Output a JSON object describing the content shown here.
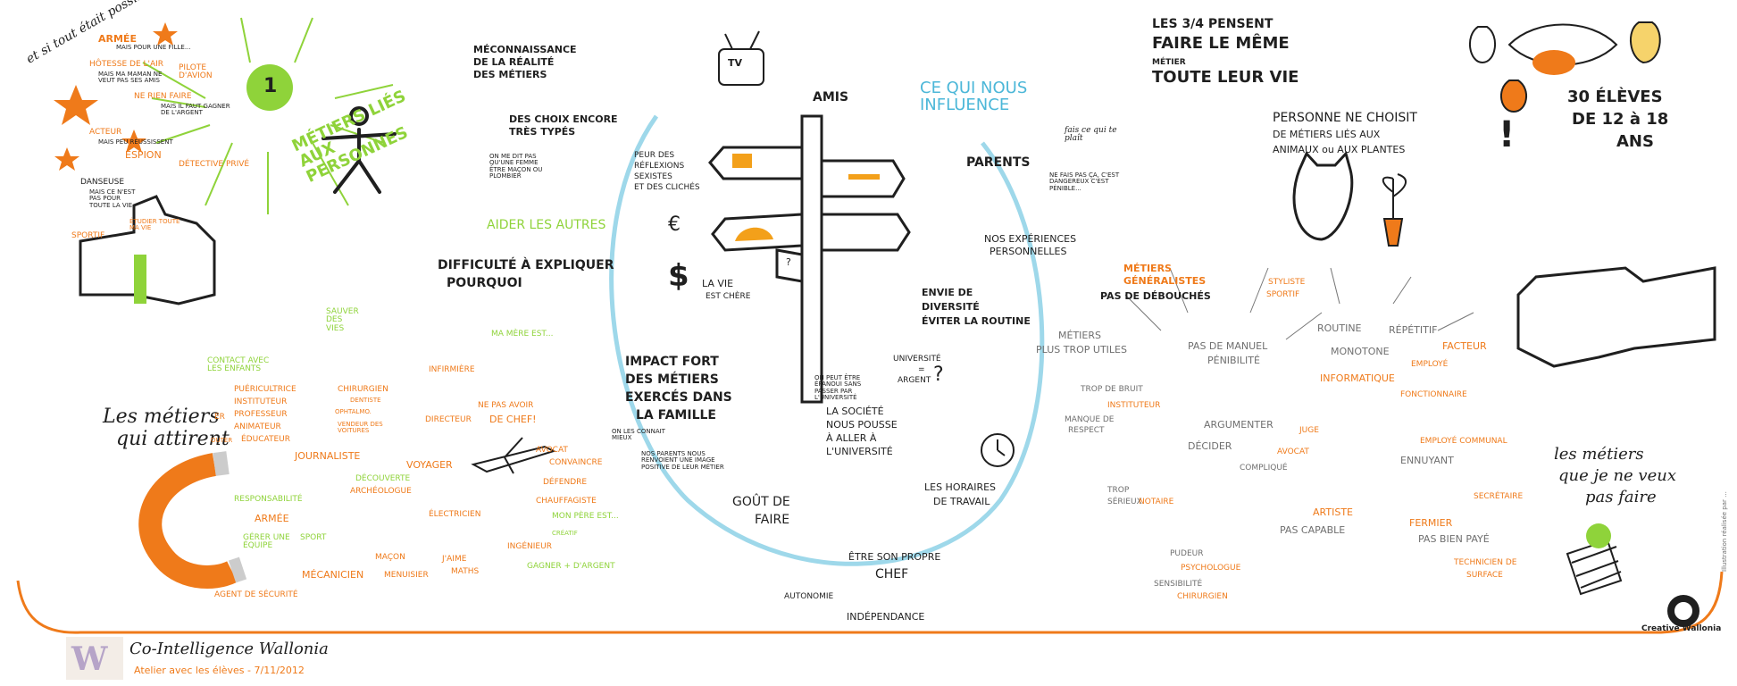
{
  "brand": {
    "name": "Co-Intelligence Wallonia",
    "subtitle": "Atelier avec les élèves - 7/11/2012",
    "partner": "Creative Wallonia",
    "credit": "Illustration réalisée par ..."
  },
  "headline": {
    "intro": "et si tout était possible",
    "number": "1",
    "section_title": "MÉTIERS LIÉS AUX PERSONNES",
    "stat_same_job": [
      "LES 3/4 PENSENT",
      "FAIRE LE MÊME",
      "MÉTIER",
      "TOUTE LEUR VIE"
    ],
    "stat_students": [
      "30 ÉLÈVES",
      "DE 12 à 18",
      "ANS"
    ],
    "no_animals": [
      "PERSONNE NE CHOISIT",
      "DE MÉTIERS LIÉS AUX",
      "ANIMAUX ou AUX PLANTES"
    ],
    "exclamation": "!",
    "influence_title": "CE QUI NOUS INFLUENCE"
  },
  "top_left_dreams": {
    "armee": "ARMÉE",
    "armee_note": "MAIS POUR UNE FILLE...",
    "hotesse": "HÔTESSE DE L'AIR",
    "hotesse_note": "MAIS MA MAMAN NE VEUT PAS SES AMIS",
    "pilote": "PILOTE D'AVION",
    "ne_rien": "NE RIEN FAIRE",
    "ne_rien_note": "MAIS IL FAUT GAGNER DE L'ARGENT",
    "acteur": "ACTEUR",
    "acteur_note": "MAIS PEU RÉUSSISSENT",
    "espion": "ESPION",
    "detective": "DÉTECTIVE PRIVÉ",
    "danseuse": "DANSEUSE",
    "danseuse_note": "MAIS CE N'EST PAS POUR TOUTE LA VIE",
    "sportif": "SPORTIF",
    "etudier": "ÉTUDIER TOUTE MA VIE"
  },
  "center_left": {
    "meconnaissance": [
      "MÉCONNAISSANCE",
      "DE LA RÉALITÉ",
      "DES MÉTIERS"
    ],
    "choix_types": [
      "DES CHOIX ENCORE",
      "TRÈS TYPÉS"
    ],
    "bubble_girl": "ON ME DIT PAS QU'UNE FEMME ÊTRE MAÇON OU PLOMBIER",
    "aider": "AIDER LES AUTRES",
    "difficulte": [
      "DIFFICULTÉ À EXPLIQUER",
      "POURQUOI"
    ],
    "sauver": "SAUVER DES VIES",
    "ma_mere": "MA MÈRE EST..."
  },
  "attractive_jobs": {
    "title": [
      "Les métiers",
      "qui attirent"
    ],
    "contact": "CONTACT AVEC LES ENFANTS",
    "puericultrice": "PUÉRICULTRICE",
    "instituteur": "INSTITUTEUR",
    "professeur": "PROFESSEUR",
    "animateur": "ANIMATEUR",
    "educateur": "ÉDUCATEUR",
    "er": "ER",
    "outer": "OUTER",
    "infirmiere": "INFIRMIÈRE",
    "chirurgien": "CHIRURGIEN",
    "dentiste": "DENTISTE",
    "ophtalmo": "OPHTALMO.",
    "vendeur": "VENDEUR DES VOITURES",
    "ne_pas_avoir": "NE PAS AVOIR",
    "directeur": "DIRECTEUR",
    "de_chef": "DE CHEF!",
    "journaliste": "JOURNALISTE",
    "voyager": "VOYAGER",
    "avocat": "AVOCAT",
    "convaincre": "CONVAINCRE",
    "defendre": "DÉFENDRE",
    "decouverte": "DÉCOUVERTE",
    "archeologue": "ARCHÉOLOGUE",
    "chauffagiste": "CHAUFFAGISTE",
    "mon_pere": "MON PÈRE EST...",
    "responsabilite": "RESPONSABILITÉ",
    "armee2": "ARMÉE",
    "electricien": "ÉLECTRICIEN",
    "creatif": "CRÉATIF",
    "ingenieur": "INGÉNIEUR",
    "gerer": "GÉRER UNE ÉQUIPE",
    "sport": "SPORT",
    "macon": "MAÇON",
    "jaime": "J'AIME",
    "maths": "MATHS",
    "gagner": "GAGNER + D'ARGENT",
    "mecanicien": "MÉCANICIEN",
    "menuisier": "MENUISIER",
    "agent": "AGENT DE SÉCURITÉ"
  },
  "influences": {
    "tv": "TV",
    "amis": "AMIS",
    "peur": [
      "PEUR DES",
      "RÉFLEXIONS",
      "SEXISTES",
      "ET DES CLICHÉS"
    ],
    "parents": "PARENTS",
    "parents_bubble1": "fais ce qui te plaît",
    "parents_bubble2": "NE FAIS PAS ÇA, C'EST DANGEREUX C'EST PÉNIBLE...",
    "experiences": [
      "NOS EXPÉRIENCES",
      "PERSONNELLES"
    ],
    "euro": "€",
    "dollar": "$",
    "la_vie": [
      "LA VIE",
      "EST CHÈRE"
    ],
    "question": "?",
    "impact": [
      "IMPACT FORT",
      "DES MÉTIERS",
      "EXERCÉS DANS",
      "LA FAMILLE"
    ],
    "on_les_connait": "ON LES CONNAIT MIEUX",
    "nos_parents": "NOS PARENTS NOUS RENVOIENT UNE IMAGE POSITIVE DE LEUR MÉTIER",
    "univ_bubble": [
      "UNIVERSITÉ",
      "=",
      "ARGENT"
    ],
    "univ_q": "?",
    "bubble_epanoui": "ON PEUT ÊTRE ÉPANOUI SANS PASSER PAR L'UNIVERSITÉ",
    "societe": [
      "LA SOCIÉTÉ",
      "NOUS POUSSE",
      "À ALLER À",
      "L'UNIVERSITÉ"
    ],
    "envie": [
      "ENVIE DE",
      "DIVERSITÉ",
      "ÉVITER LA ROUTINE"
    ],
    "horaires": [
      "LES HORAIRES",
      "DE TRAVAIL"
    ],
    "gout": [
      "GOÛT DE",
      "FAIRE"
    ],
    "etre_patron": [
      "ÊTRE SON PROPRE",
      "CHEF"
    ],
    "autonomie": "AUTONOMIE",
    "independance": "INDÉPENDANCE"
  },
  "unwanted_jobs": {
    "title": [
      "les métiers",
      "que je ne veux",
      "pas faire"
    ],
    "metiers_gen": [
      "MÉTIERS",
      "GÉNÉRALISTES"
    ],
    "pas_debouches": "PAS DE DÉBOUCHÉS",
    "styliste": "STYLISTE",
    "sportif": "SPORTIF",
    "plus_utiles": [
      "MÉTIERS",
      "PLUS TROP UTILES"
    ],
    "pas_manuel": [
      "PAS DE MANUEL",
      "PÉNIBILITÉ"
    ],
    "routine": "ROUTINE",
    "repetitif": "RÉPÉTITIF",
    "monotone": "MONOTONE",
    "facteur": "FACTEUR",
    "employe": "EMPLOYÉ",
    "informatique": "INFORMATIQUE",
    "fonctionnaire": "FONCTIONNAIRE",
    "trop_bruit": "TROP DE BRUIT",
    "instituteur": "INSTITUTEUR",
    "manque": [
      "MANQUE DE",
      "RESPECT"
    ],
    "argumenter": "ARGUMENTER",
    "juge": "JUGE",
    "decider": "DÉCIDER",
    "avocat": "AVOCAT",
    "complique": "COMPLIQUÉ",
    "employe_communal": "EMPLOYÉ COMMUNAL",
    "ennuyant": "ENNUYANT",
    "trop_serieux": [
      "TROP",
      "SÉRIEUX"
    ],
    "notaire": "NOTAIRE",
    "artiste": "ARTISTE",
    "pas_capable": "PAS CAPABLE",
    "secretaire": "SECRÉTAIRE",
    "fermier": "FERMIER",
    "pas_paye": "PAS BIEN PAYÉ",
    "pudeur": "PUDEUR",
    "psychologue": "PSYCHOLOGUE",
    "technicien": [
      "TECHNICIEN DE",
      "SURFACE"
    ],
    "sensibilite": "SENSIBILITÉ",
    "chirurgien": "CHIRURGIEN"
  },
  "colors": {
    "black": "#1f1f1f",
    "orange": "#ef7a1a",
    "green": "#8fd33a",
    "gray": "#6f6f6f",
    "blue": "#4cb7d8"
  }
}
